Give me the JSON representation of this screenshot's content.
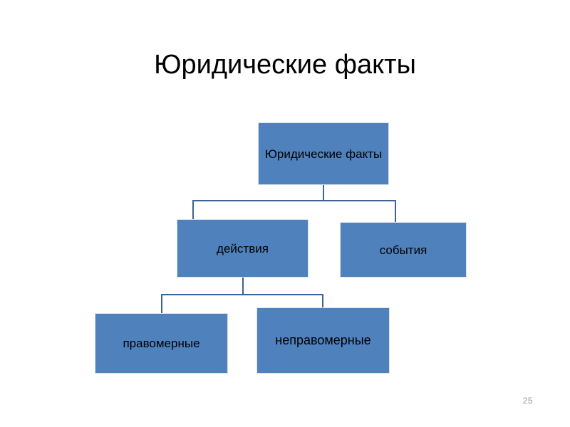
{
  "slide": {
    "title": "Юридические факты",
    "page_number": "25",
    "background_color": "#ffffff"
  },
  "theme": {
    "node_fill": "#4f81bd",
    "node_border": "#d9e2f0",
    "connector_color": "#3d6494",
    "title_color": "#000000",
    "node_text_color": "#000000",
    "page_number_color": "#9b9b9b"
  },
  "diagram": {
    "type": "hierarchy-tree",
    "nodes": [
      {
        "id": "root",
        "label": "Юридические факты",
        "level": 0,
        "parent": null
      },
      {
        "id": "actions",
        "label": "действия",
        "level": 1,
        "parent": "root"
      },
      {
        "id": "events",
        "label": "события",
        "level": 1,
        "parent": "root"
      },
      {
        "id": "lawful",
        "label": "правомерные",
        "level": 2,
        "parent": "actions"
      },
      {
        "id": "unlawful",
        "label": "неправомерные",
        "level": 2,
        "parent": "actions"
      }
    ]
  }
}
